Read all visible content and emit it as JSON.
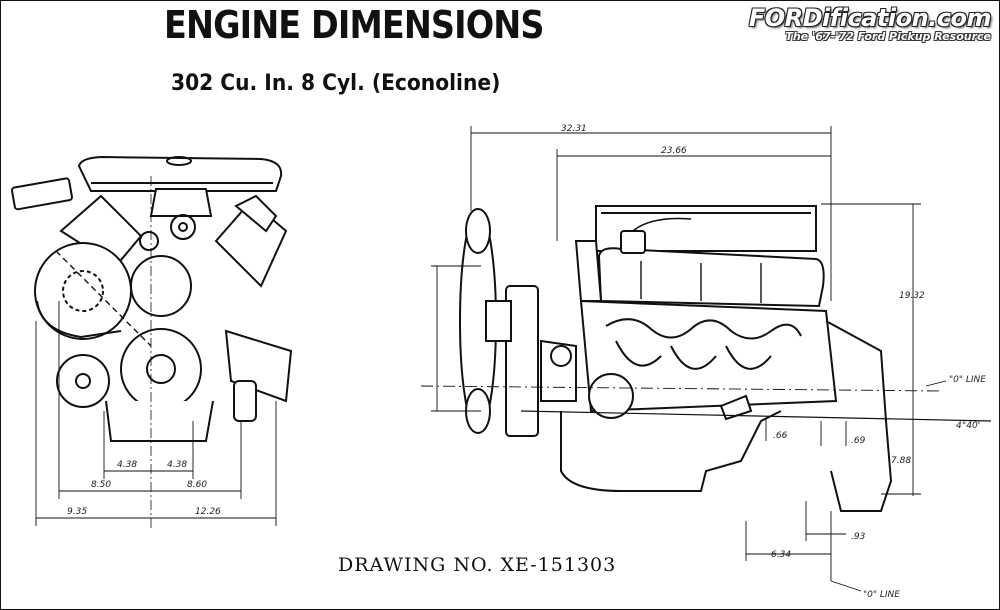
{
  "title": "ENGINE DIMENSIONS",
  "subtitle": "302 Cu. In. 8 Cyl. (Econoline)",
  "brand": {
    "name": "FORDification.com",
    "tagline": "The '67-'72 Ford Pickup Resource"
  },
  "drawing_number": "DRAWING NO. XE-151303",
  "front_view_dims": {
    "d1": "4.38",
    "d2": "4.38",
    "d3": "8.50",
    "d4": "8.60",
    "d5": "9.35",
    "d6": "12.26"
  },
  "side_view_dims": {
    "overall_length": "32.31",
    "block_length": "23.66",
    "height": "19.32",
    "d_66": ".66",
    "d_69": ".69",
    "d_788": "7.88",
    "d_93": ".93",
    "d_634": "6.34",
    "angle": "4°40'",
    "zero_line_1": "\"0\" LINE",
    "zero_line_2": "\"0\" LINE"
  }
}
